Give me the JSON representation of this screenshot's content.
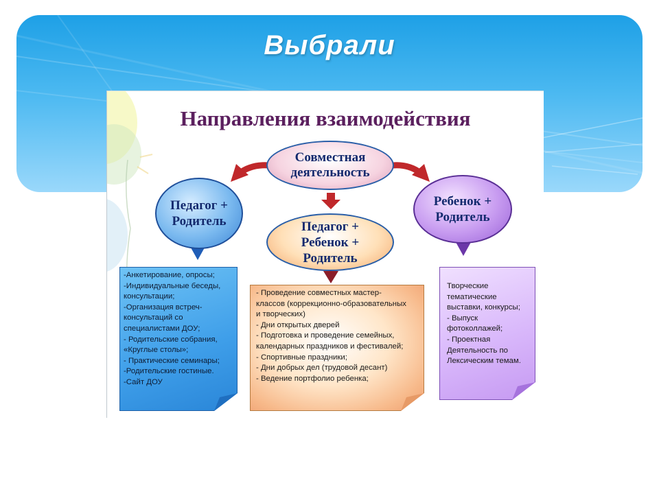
{
  "slide": {
    "title": "Выбрали"
  },
  "diagram": {
    "title": "Направления взаимодействия",
    "top_oval": [
      "Совместная",
      "деятельность"
    ],
    "left_oval": [
      "Педагог +",
      "Родитель"
    ],
    "center_oval": [
      "Педагог +",
      "Ребенок +",
      "Родитель"
    ],
    "right_oval": [
      "Ребенок +",
      "Родитель"
    ],
    "left_note": [
      "-Анкетирование, опросы;",
      "-Индивидуальные беседы,",
      "консультации;",
      "-Организация встреч-",
      "консультаций со",
      "специалистами ДОУ;",
      "- Родительские собрания,",
      "«Круглые столы»;",
      "- Практические семинары;",
      "-Родительские гостиные.",
      "-Сайт ДОУ"
    ],
    "center_note": [
      "- Проведение совместных мастер-",
      "классов (коррекционно-образовательных",
      " и творческих)",
      "- Дни открытых дверей",
      "- Подготовка и проведение семейных,",
      "календарных  праздников и фестивалей;",
      "- Спортивные праздники;",
      "- Дни добрых дел (трудовой десант)",
      "- Ведение портфолио ребенка;"
    ],
    "right_note": [
      "Творческие",
      "тематические",
      "выставки, конкурсы;",
      "- Выпуск",
      "фотоколлажей;",
      "- Проектная",
      "Деятельность по",
      "Лексическим темам."
    ]
  },
  "colors": {
    "banner": "#1ea0e6",
    "diagram_title": "#5b1f5e",
    "arrow": "#c0282b"
  }
}
